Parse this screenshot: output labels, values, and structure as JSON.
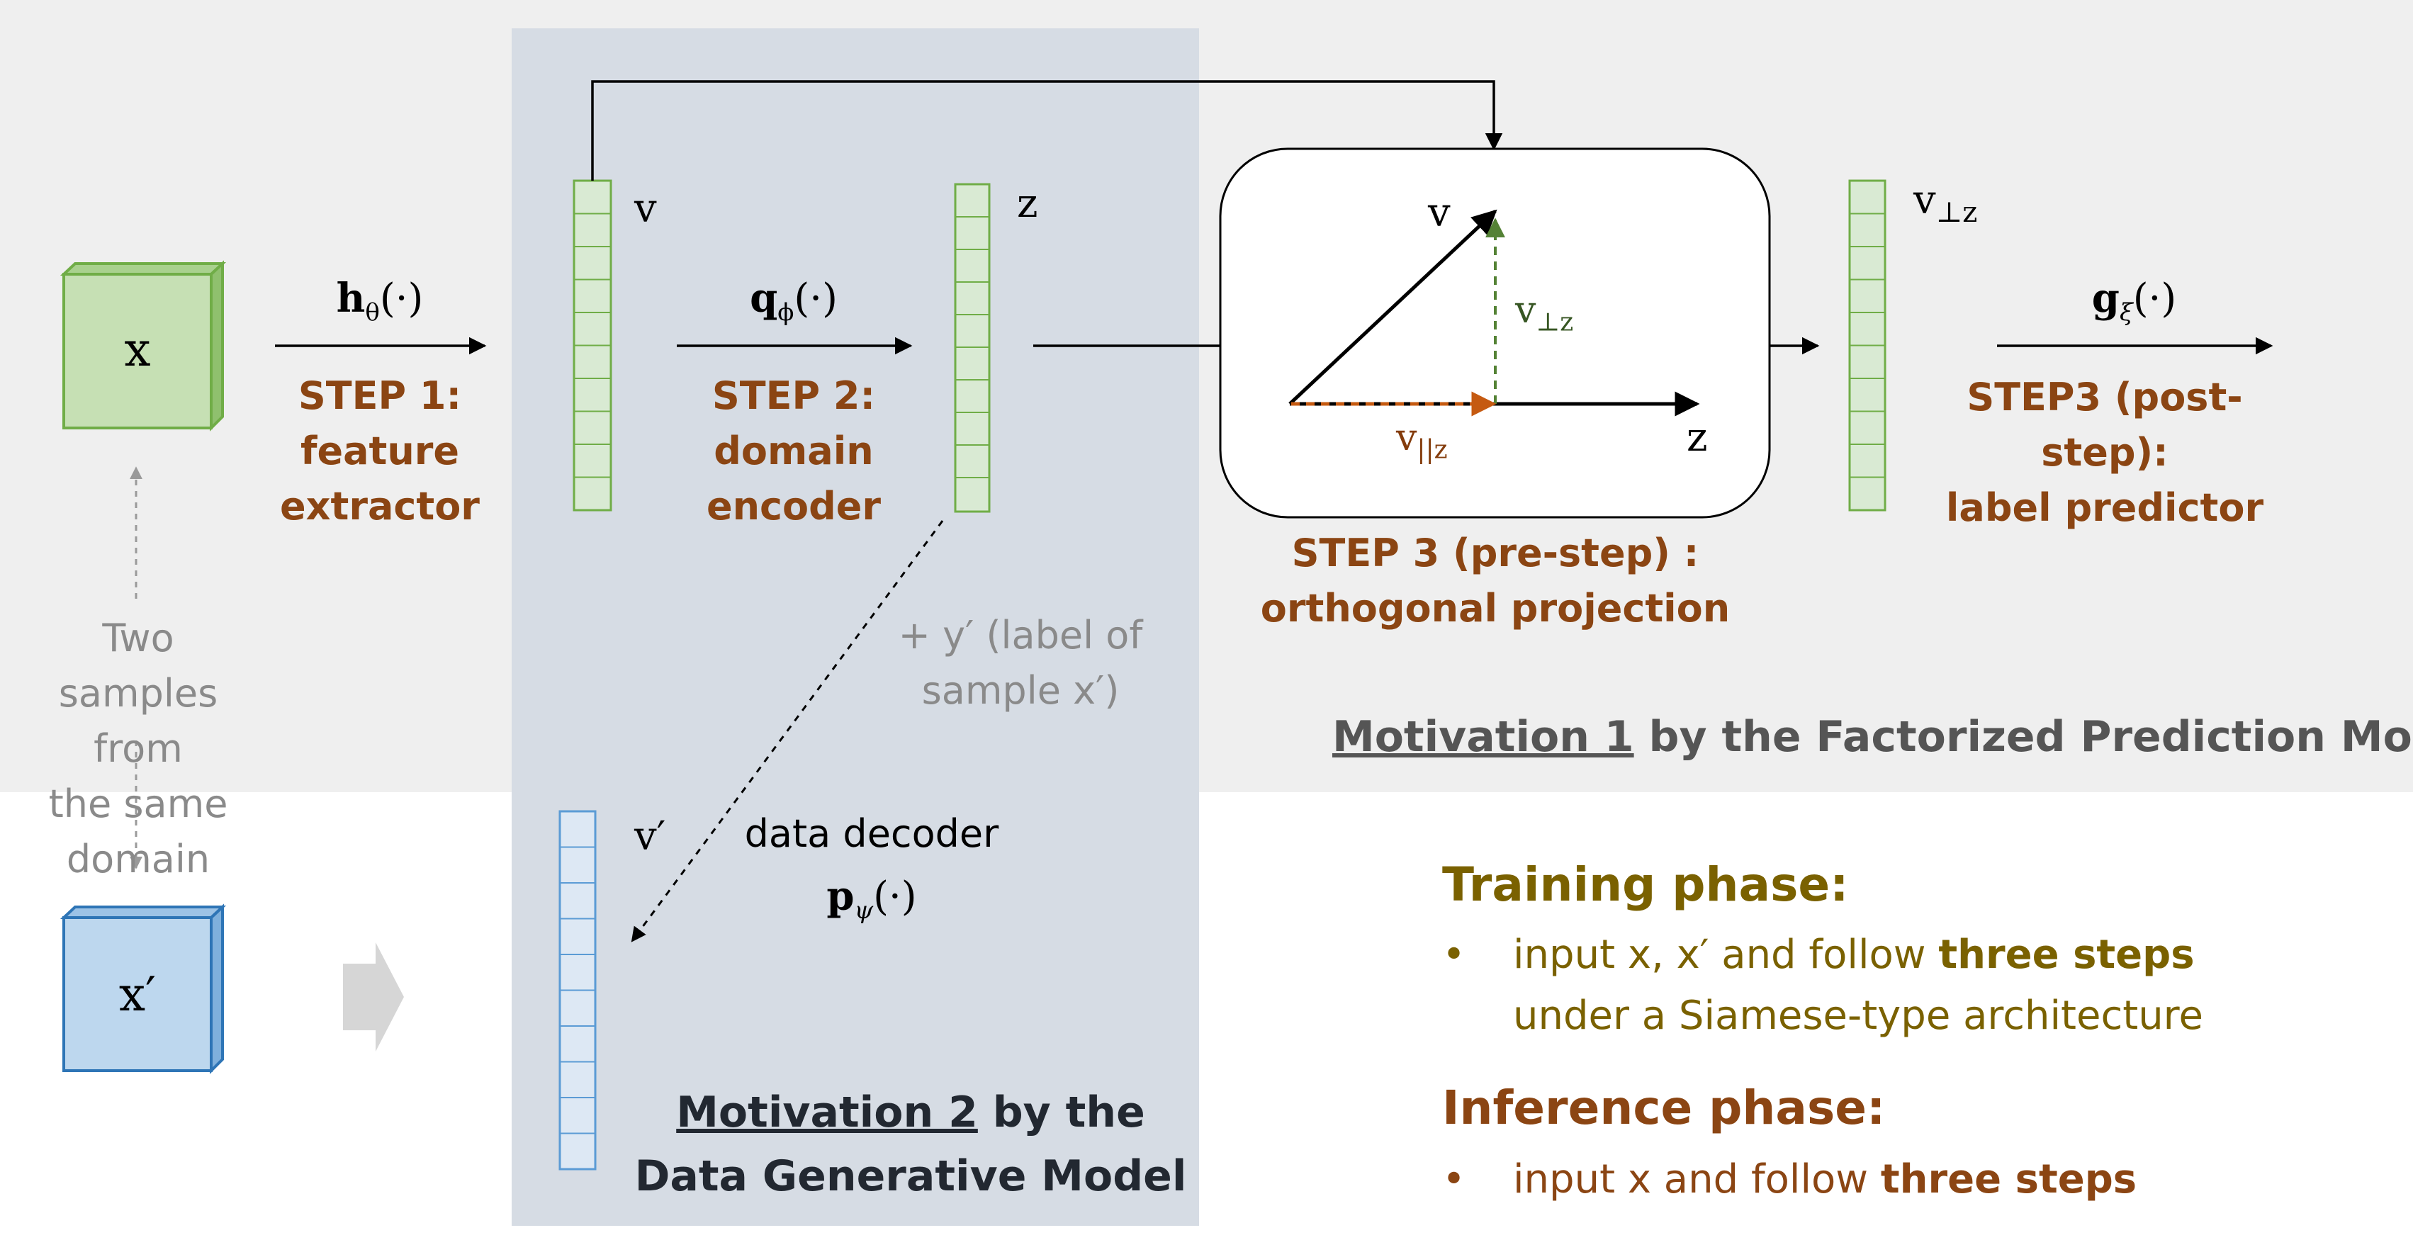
{
  "regions": {
    "top_bg": "#efefef",
    "mid_panel": "#d6dce4"
  },
  "colors": {
    "step_brown": "#8B4513",
    "olive": "#7a6100",
    "green_box": "#c6e0b4",
    "green_border": "#70ad47",
    "blue_box": "#bdd7ee",
    "blue_border": "#2e75b6",
    "dashed_green": "#548235",
    "dashed_orange": "#c55a11"
  },
  "inputs": {
    "x_label": "x",
    "x_prime_label": "x′",
    "same_domain_note_line1": "Two samples from",
    "same_domain_note_line2": "the same domain"
  },
  "step1": {
    "func": "h",
    "func_sub": "θ",
    "func_arg": "(·)",
    "label_line1": "STEP 1:",
    "label_line2": "feature",
    "label_line3": "extractor"
  },
  "step2": {
    "func": "q",
    "func_sub": "ϕ",
    "func_arg": "(·)",
    "label_line1": "STEP 2:",
    "label_line2": "domain",
    "label_line3": "encoder"
  },
  "vectors": {
    "v_label": "v",
    "z_label": "z",
    "v_perp_label": "v",
    "v_perp_sub": "⊥z",
    "v_prime_label": "v′"
  },
  "projection": {
    "v_axis": "v",
    "z_axis": "z",
    "perp": "v",
    "perp_sub": "⊥z",
    "par": "v",
    "par_sub": "||z",
    "label_line1": "STEP 3 (pre-step) :",
    "label_line2": "orthogonal projection"
  },
  "step3": {
    "func": "g",
    "func_sub": "ξ",
    "func_arg": "(·)",
    "label_line1": "STEP3 (post-step):",
    "label_line2": "label predictor"
  },
  "decoder": {
    "label": "data decoder",
    "func": "p",
    "func_sub": "ψ",
    "func_arg": "(·)",
    "y_note_line1": "+ y′ (label of",
    "y_note_line2": "sample x′)"
  },
  "motivation1": {
    "underlined": "Motivation 1",
    "rest": " by the Factorized Prediction Model"
  },
  "motivation2": {
    "underlined": "Motivation 2",
    "rest_line1": " by the",
    "line2": "Data Generative Model"
  },
  "training": {
    "title": "Training phase:",
    "bullet": "•",
    "line1_pre": "input x, x′ and follow ",
    "line1_bold": "three steps",
    "line2": "under a Siamese-type architecture"
  },
  "inference": {
    "title": "Inference phase:",
    "bullet": "•",
    "line1_pre": "input x and follow ",
    "line1_bold": "three steps"
  }
}
